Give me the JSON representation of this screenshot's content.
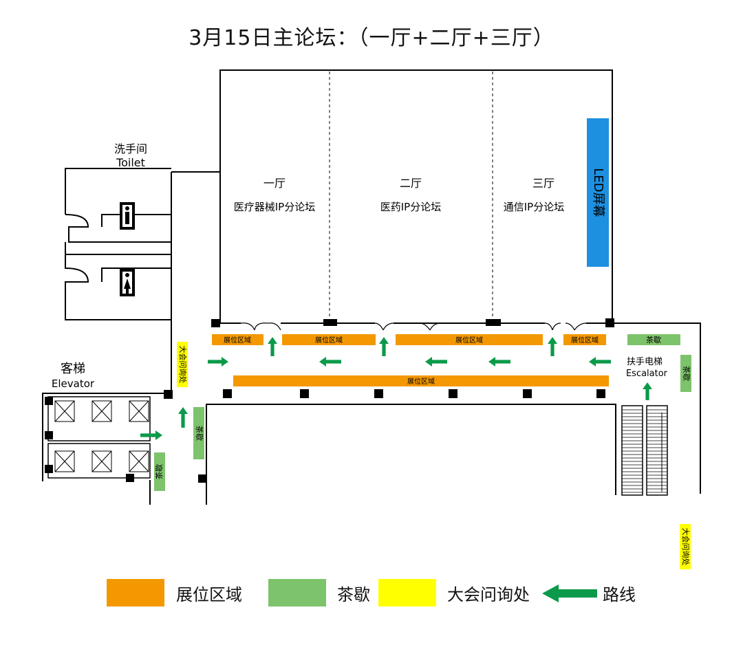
{
  "title": "3月15日主论坛：（一厅+二厅+三厅）",
  "colors": {
    "booth": "#f39800",
    "tea": "#7dc36b",
    "info": "#ffff00",
    "route": "#0a9a4a",
    "led": "#1e90e0",
    "wall": "#000000"
  },
  "toilet": {
    "zh": "洗手间",
    "en": "Toilet"
  },
  "elevator": {
    "zh": "客梯",
    "en": "Elevator"
  },
  "escalator": {
    "zh": "扶手电梯",
    "en": "Escalator"
  },
  "halls": [
    {
      "name": "一厅",
      "forum": "医疗器械IP分论坛"
    },
    {
      "name": "二厅",
      "forum": "医药IP分论坛"
    },
    {
      "name": "三厅",
      "forum": "通信IP分论坛"
    }
  ],
  "led_screen": "LED屏幕",
  "booth_label": "展位区域",
  "tea_label": "茶歇",
  "info_label": "大会问询处",
  "legend": [
    {
      "label": "展位区域",
      "color": "#f39800",
      "kind": "swatch"
    },
    {
      "label": "茶歇",
      "color": "#7dc36b",
      "kind": "swatch"
    },
    {
      "label": "大会问询处",
      "color": "#ffff00",
      "kind": "swatch"
    },
    {
      "label": "路线",
      "color": "#0a9a4a",
      "kind": "arrow"
    }
  ]
}
